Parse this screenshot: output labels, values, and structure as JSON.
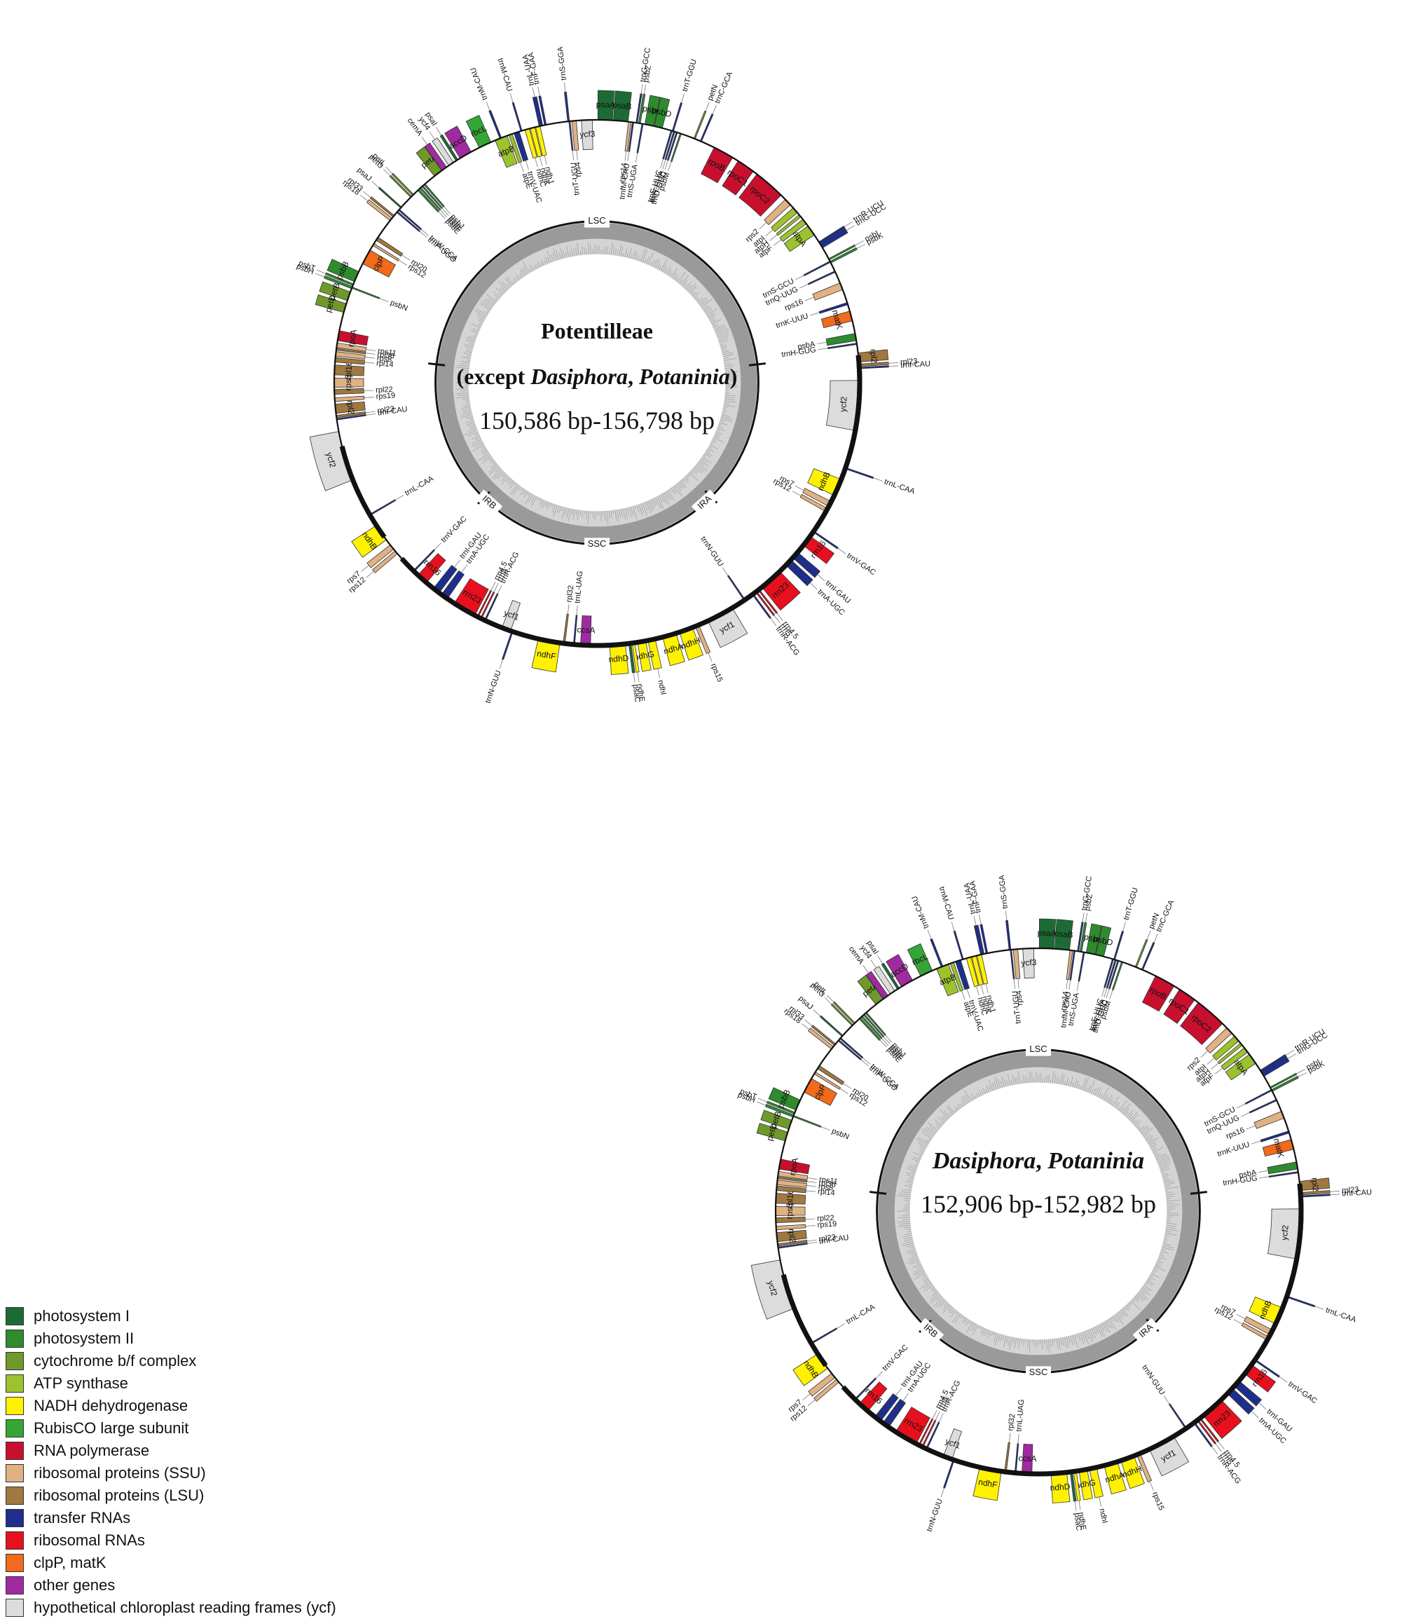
{
  "colors": {
    "photosystem_I": "#1d6b34",
    "photosystem_II": "#2e8b2e",
    "cytochrome": "#6f9a2b",
    "atp": "#9cc22e",
    "ndh": "#fff200",
    "rubisco": "#35a635",
    "rnapol": "#c8102e",
    "rps": "#e0b182",
    "rpl": "#a07840",
    "trna": "#1e2e8c",
    "rrna": "#e8101e",
    "clp": "#f26a1b",
    "other": "#a02aa0",
    "ycf": "#dcdcdc",
    "gc_outer": "#9a9a9a",
    "gc_inner": "#d4d4d4"
  },
  "map1": {
    "title_line1": "Potentilleae",
    "title_line2_prefix": "(except ",
    "title_line2_italic1": "Dasiphora",
    "title_line2_sep": ", ",
    "title_line2_italic2": "Potaninia",
    "title_line2_suffix": ")",
    "size_range": "150,586 bp-156,798 bp",
    "region_labels": [
      "LSC",
      "IRA",
      "SSC",
      "IRB"
    ]
  },
  "map2": {
    "title_italic1": "Dasiphora",
    "title_sep": ", ",
    "title_italic2": "Potaninia",
    "size_range": "152,906 bp-152,982 bp",
    "region_labels": [
      "LSC",
      "IRA",
      "SSC",
      "IRB"
    ]
  },
  "genes": [
    {
      "n": "trnM-CAU",
      "a": -21.5,
      "w": 0.4,
      "out": true,
      "c": "trna"
    },
    {
      "n": "trnL-UAA",
      "a": -12.3,
      "w": 0.8,
      "out": true,
      "c": "trna"
    },
    {
      "n": "trnF-GAA",
      "a": -11.3,
      "w": 0.4,
      "out": true,
      "c": "trna"
    },
    {
      "n": "trnS-GGA",
      "a": -6.2,
      "w": 0.4,
      "out": true,
      "c": "trna"
    },
    {
      "n": "ycf3",
      "a": -2.2,
      "w": 2.4,
      "out": false,
      "c": "ycf"
    },
    {
      "n": "rps4",
      "a": -5.0,
      "w": 1.0,
      "out": false,
      "c": "rps"
    },
    {
      "n": "trnT-UGU",
      "a": -6.0,
      "w": 0.3,
      "out": false,
      "c": "trna"
    },
    {
      "n": "psaA",
      "a": 1.8,
      "w": 3.2,
      "out": true,
      "c": "photosystem_I"
    },
    {
      "n": "psaB",
      "a": 5.2,
      "w": 3.2,
      "out": true,
      "c": "photosystem_I"
    },
    {
      "n": "rps14",
      "a": 7.2,
      "w": 0.6,
      "out": false,
      "c": "rps"
    },
    {
      "n": "trnfM-CAU",
      "a": 7.9,
      "w": 0.3,
      "out": false,
      "c": "trna"
    },
    {
      "n": "trnG-GCC",
      "a": 8.7,
      "w": 0.3,
      "out": true,
      "c": "trna"
    },
    {
      "n": "psbZ",
      "a": 9.3,
      "w": 0.4,
      "out": true,
      "c": "photosystem_II"
    },
    {
      "n": "trnS-UGA",
      "a": 10.0,
      "w": 0.3,
      "out": false,
      "c": "trna"
    },
    {
      "n": "psbC",
      "a": 11.5,
      "w": 2.0,
      "out": true,
      "c": "photosystem_II"
    },
    {
      "n": "psbD",
      "a": 13.5,
      "w": 1.8,
      "out": true,
      "c": "photosystem_II"
    },
    {
      "n": "trnT-GGU",
      "a": 16.8,
      "w": 0.3,
      "out": true,
      "c": "trna"
    },
    {
      "n": "trnE-UUC",
      "a": 16.5,
      "w": 0.3,
      "out": false,
      "c": "trna"
    },
    {
      "n": "trnY-GUA",
      "a": 17.1,
      "w": 0.3,
      "out": false,
      "c": "trna"
    },
    {
      "n": "trnD-GUC",
      "a": 17.7,
      "w": 0.3,
      "out": false,
      "c": "trna"
    },
    {
      "n": "psbM",
      "a": 18.6,
      "w": 0.3,
      "out": false,
      "c": "photosystem_II"
    },
    {
      "n": "petN",
      "a": 21.8,
      "w": 0.3,
      "out": true,
      "c": "cytochrome"
    },
    {
      "n": "trnC-GCA",
      "a": 23.3,
      "w": 0.3,
      "out": true,
      "c": "trna"
    },
    {
      "n": "rpoB",
      "a": 28.8,
      "w": 4.6,
      "out": false,
      "c": "rnapol"
    },
    {
      "n": "rpoC1",
      "a": 34.5,
      "w": 4.0,
      "out": false,
      "c": "rnapol"
    },
    {
      "n": "rpoC2",
      "a": 41.0,
      "w": 7.0,
      "out": false,
      "c": "rnapol"
    },
    {
      "n": "rps2",
      "a": 46.6,
      "w": 1.6,
      "out": false,
      "c": "rps"
    },
    {
      "n": "atpI",
      "a": 49.0,
      "w": 1.4,
      "out": false,
      "c": "atp"
    },
    {
      "n": "atpH",
      "a": 50.6,
      "w": 0.6,
      "out": false,
      "c": "atp"
    },
    {
      "n": "atpF",
      "a": 52.2,
      "w": 1.2,
      "out": false,
      "c": "atp"
    },
    {
      "n": "atpA",
      "a": 54.6,
      "w": 2.4,
      "out": false,
      "c": "atp"
    },
    {
      "n": "trnR-UCU",
      "a": 57.8,
      "w": 0.4,
      "out": true,
      "c": "trna"
    },
    {
      "n": "trnG-UCC",
      "a": 58.6,
      "w": 1.1,
      "out": true,
      "c": "trna"
    },
    {
      "n": "psbI",
      "a": 62.0,
      "w": 0.3,
      "out": true,
      "c": "photosystem_II"
    },
    {
      "n": "psbK",
      "a": 62.7,
      "w": 0.4,
      "out": true,
      "c": "photosystem_II"
    },
    {
      "n": "trnS-GCU",
      "a": 62.6,
      "w": 0.3,
      "out": false,
      "c": "trna"
    },
    {
      "n": "trnQ-UUG",
      "a": 65.0,
      "w": 0.3,
      "out": false,
      "c": "trna"
    },
    {
      "n": "rps16",
      "a": 68.5,
      "w": 1.6,
      "out": false,
      "c": "rps"
    },
    {
      "n": "trnK-UUU",
      "a": 72.5,
      "w": 0.5,
      "out": false,
      "c": "trna"
    },
    {
      "n": "matK",
      "a": 75.3,
      "w": 2.2,
      "out": false,
      "c": "clp"
    },
    {
      "n": "psbA",
      "a": 80.0,
      "w": 1.6,
      "out": false,
      "c": "photosystem_II"
    },
    {
      "n": "trnH-GUG",
      "a": 81.5,
      "w": 0.3,
      "out": false,
      "c": "trna"
    },
    {
      "n": "rpl2",
      "a": 84.5,
      "w": 2.0,
      "out": true,
      "c": "rpl"
    },
    {
      "n": "rpl23",
      "a": 86.2,
      "w": 0.5,
      "out": true,
      "c": "rpl"
    },
    {
      "n": "trnI-CAU",
      "a": 86.8,
      "w": 0.3,
      "out": true,
      "c": "trna"
    },
    {
      "n": "ycf2",
      "a": 95.0,
      "w": 11.0,
      "out": false,
      "c": "ycf"
    },
    {
      "n": "trnL-CAA",
      "a": 109.0,
      "w": 0.3,
      "out": true,
      "c": "trna"
    },
    {
      "n": "ndhB",
      "a": 113.5,
      "w": 3.8,
      "out": false,
      "c": "ndh"
    },
    {
      "n": "rps7",
      "a": 117.5,
      "w": 1.2,
      "out": false,
      "c": "rps"
    },
    {
      "n": "rps12",
      "a": 119.0,
      "w": 0.8,
      "out": false,
      "c": "rps"
    },
    {
      "n": "trnV-GAC",
      "a": 124.5,
      "w": 0.3,
      "out": true,
      "c": "trna"
    },
    {
      "n": "rrn16",
      "a": 127.0,
      "w": 2.5,
      "out": true,
      "c": "rrna"
    },
    {
      "n": "trnI-GAU",
      "a": 131.0,
      "w": 1.6,
      "out": true,
      "c": "trna"
    },
    {
      "n": "trnA-UGC",
      "a": 133.2,
      "w": 1.6,
      "out": true,
      "c": "trna"
    },
    {
      "n": "rrn23",
      "a": 138.5,
      "w": 5.2,
      "out": true,
      "c": "rrna"
    },
    {
      "n": "rrn4.5",
      "a": 142.0,
      "w": 0.3,
      "out": true,
      "c": "rrna"
    },
    {
      "n": "rrn5",
      "a": 142.7,
      "w": 0.3,
      "out": true,
      "c": "rrna"
    },
    {
      "n": "trnR-ACG",
      "a": 143.6,
      "w": 0.3,
      "out": true,
      "c": "trna"
    },
    {
      "n": "trnN-GUU",
      "a": 145.8,
      "w": 0.3,
      "out": false,
      "c": "trna"
    },
    {
      "n": "ycf1",
      "a": 152.0,
      "w": 6.0,
      "out": true,
      "c": "ycf"
    },
    {
      "n": "rps15",
      "a": 157.6,
      "w": 0.8,
      "out": true,
      "c": "rps"
    },
    {
      "n": "ndhH",
      "a": 160.2,
      "w": 3.0,
      "out": true,
      "c": "ndh"
    },
    {
      "n": "ndhA",
      "a": 164.0,
      "w": 3.0,
      "out": true,
      "c": "ndh"
    },
    {
      "n": "ndhI",
      "a": 168.0,
      "w": 1.6,
      "out": true,
      "c": "ndh"
    },
    {
      "n": "ndhG",
      "a": 170.2,
      "w": 1.8,
      "out": true,
      "c": "ndh"
    },
    {
      "n": "ndhE",
      "a": 172.0,
      "w": 0.6,
      "out": true,
      "c": "ndh"
    },
    {
      "n": "psaC",
      "a": 172.8,
      "w": 0.5,
      "out": true,
      "c": "photosystem_I"
    },
    {
      "n": "ndhD",
      "a": 175.5,
      "w": 3.4,
      "out": true,
      "c": "ndh"
    },
    {
      "n": "ccsA",
      "a": 182.5,
      "w": 2.2,
      "out": false,
      "c": "other"
    },
    {
      "n": "trnL-UAG",
      "a": 185.0,
      "w": 0.3,
      "out": false,
      "c": "trna"
    },
    {
      "n": "rpl32",
      "a": 187.2,
      "w": 0.4,
      "out": false,
      "c": "rpl"
    },
    {
      "n": "ndhF",
      "a": 190.5,
      "w": 4.8,
      "out": true,
      "c": "ndh"
    },
    {
      "n": "trnN-GUU",
      "a": 198.8,
      "w": 0.3,
      "out": true,
      "c": "trna"
    },
    {
      "n": "ycf1",
      "a": 200.2,
      "w": 2.0,
      "out": false,
      "c": "ycf"
    },
    {
      "n": "trnR-ACG",
      "a": 205.2,
      "w": 0.3,
      "out": false,
      "c": "trna"
    },
    {
      "n": "rrn5",
      "a": 206.2,
      "w": 0.3,
      "out": false,
      "c": "rrna"
    },
    {
      "n": "rrn4.5",
      "a": 207.0,
      "w": 0.3,
      "out": false,
      "c": "rrna"
    },
    {
      "n": "rrn23",
      "a": 210.3,
      "w": 5.2,
      "out": false,
      "c": "rrna"
    },
    {
      "n": "trnA-UGC",
      "a": 215.5,
      "w": 1.6,
      "out": false,
      "c": "trna"
    },
    {
      "n": "trnI-GAU",
      "a": 217.7,
      "w": 1.6,
      "out": false,
      "c": "trna"
    },
    {
      "n": "rrn16",
      "a": 221.7,
      "w": 2.5,
      "out": false,
      "c": "rrna"
    },
    {
      "n": "trnV-GAC",
      "a": 224.2,
      "w": 0.3,
      "out": false,
      "c": "trna"
    },
    {
      "n": "rps12",
      "a": 229.8,
      "w": 0.8,
      "out": true,
      "c": "rps"
    },
    {
      "n": "rps7",
      "a": 231.3,
      "w": 1.2,
      "out": true,
      "c": "rps"
    },
    {
      "n": "ndhB",
      "a": 235.2,
      "w": 3.8,
      "out": true,
      "c": "ndh"
    },
    {
      "n": "trnL-CAA",
      "a": 239.8,
      "w": 0.3,
      "out": false,
      "c": "trna"
    },
    {
      "n": "ycf2",
      "a": 253.8,
      "w": 11.0,
      "out": true,
      "c": "ycf"
    },
    {
      "n": "trnI-CAU",
      "a": 262.0,
      "w": 0.3,
      "out": false,
      "c": "trna"
    },
    {
      "n": "rpl23",
      "a": 262.6,
      "w": 0.5,
      "out": false,
      "c": "rpl"
    },
    {
      "n": "rpl2",
      "a": 264.3,
      "w": 2.0,
      "out": false,
      "c": "rpl"
    },
    {
      "n": "rps19",
      "a": 266.3,
      "w": 0.8,
      "out": false,
      "c": "rps"
    },
    {
      "n": "rpl22",
      "a": 268.0,
      "w": 1.1,
      "out": false,
      "c": "rpl"
    },
    {
      "n": "rps3",
      "a": 270.0,
      "w": 2.0,
      "out": false,
      "c": "rps"
    },
    {
      "n": "rpl16",
      "a": 272.8,
      "w": 2.2,
      "out": false,
      "c": "rpl"
    },
    {
      "n": "rpl14",
      "a": 275.0,
      "w": 1.0,
      "out": false,
      "c": "rpl"
    },
    {
      "n": "rps8",
      "a": 276.3,
      "w": 1.0,
      "out": false,
      "c": "rps"
    },
    {
      "n": "rpl36",
      "a": 277.3,
      "w": 0.4,
      "out": false,
      "c": "rpl"
    },
    {
      "n": "rps11",
      "a": 278.2,
      "w": 1.0,
      "out": false,
      "c": "rps"
    },
    {
      "n": "rpoA",
      "a": 280.3,
      "w": 2.2,
      "out": false,
      "c": "rnapol"
    },
    {
      "n": "petD",
      "a": 286.5,
      "w": 2.0,
      "out": true,
      "c": "cytochrome"
    },
    {
      "n": "petB",
      "a": 289.2,
      "w": 2.0,
      "out": true,
      "c": "cytochrome"
    },
    {
      "n": "psbH",
      "a": 291.2,
      "w": 0.5,
      "out": true,
      "c": "photosystem_II"
    },
    {
      "n": "psbN",
      "a": 291.2,
      "w": 0.3,
      "out": false,
      "c": "photosystem_II"
    },
    {
      "n": "psbT",
      "a": 291.9,
      "w": 0.4,
      "out": true,
      "c": "photosystem_II"
    },
    {
      "n": "psbB",
      "a": 293.8,
      "w": 2.4,
      "out": true,
      "c": "photosystem_II"
    },
    {
      "n": "clpP",
      "a": 298.6,
      "w": 3.4,
      "out": false,
      "c": "clp"
    },
    {
      "n": "rps12",
      "a": 301.7,
      "w": 0.5,
      "out": false,
      "c": "rps"
    },
    {
      "n": "rpl20",
      "a": 303.2,
      "w": 0.8,
      "out": false,
      "c": "rpl"
    },
    {
      "n": "rps18",
      "a": 308.4,
      "w": 0.7,
      "out": true,
      "c": "rps"
    },
    {
      "n": "rpl33",
      "a": 309.3,
      "w": 0.4,
      "out": true,
      "c": "rpl"
    },
    {
      "n": "trnP-UGG",
      "a": 310.5,
      "w": 0.3,
      "out": false,
      "c": "trna"
    },
    {
      "n": "trnW-CCA",
      "a": 311.1,
      "w": 0.3,
      "out": false,
      "c": "trna"
    },
    {
      "n": "psaJ",
      "a": 311.8,
      "w": 0.3,
      "out": true,
      "c": "photosystem_I"
    },
    {
      "n": "petG",
      "a": 315.0,
      "w": 0.3,
      "out": true,
      "c": "cytochrome"
    },
    {
      "n": "petL",
      "a": 315.6,
      "w": 0.3,
      "out": true,
      "c": "cytochrome"
    },
    {
      "n": "psbE",
      "a": 317.2,
      "w": 0.4,
      "out": false,
      "c": "photosystem_II"
    },
    {
      "n": "psbF",
      "a": 317.8,
      "w": 0.3,
      "out": false,
      "c": "photosystem_II"
    },
    {
      "n": "psbL",
      "a": 318.4,
      "w": 0.3,
      "out": false,
      "c": "photosystem_II"
    },
    {
      "n": "psbJ",
      "a": 319.0,
      "w": 0.3,
      "out": false,
      "c": "photosystem_II"
    },
    {
      "n": "petA",
      "a": 322.8,
      "w": 2.0,
      "out": true,
      "c": "cytochrome"
    },
    {
      "n": "cemA",
      "a": 324.5,
      "w": 1.2,
      "out": true,
      "c": "other"
    },
    {
      "n": "ycf4",
      "a": 326.3,
      "w": 1.2,
      "out": true,
      "c": "ycf"
    },
    {
      "n": "psaI",
      "a": 327.8,
      "w": 0.5,
      "out": true,
      "c": "photosystem_I"
    },
    {
      "n": "accD",
      "a": 330.0,
      "w": 2.8,
      "out": true,
      "c": "other"
    },
    {
      "n": "rbcL",
      "a": 334.8,
      "w": 2.8,
      "out": true,
      "c": "rubisco"
    },
    {
      "n": "atpB",
      "a": 338.6,
      "w": 2.8,
      "out": false,
      "c": "atp"
    },
    {
      "n": "atpE",
      "a": 340.8,
      "w": 0.8,
      "out": false,
      "c": "atp"
    },
    {
      "n": "trnV-UAC",
      "a": 342.2,
      "w": 1.2,
      "out": false,
      "c": "trna"
    },
    {
      "n": "trnM-CAU",
      "a": 343.3,
      "w": 0.3,
      "out": true,
      "c": "trna"
    },
    {
      "n": "ndhC",
      "a": 344.6,
      "w": 1.0,
      "out": false,
      "c": "ndh"
    },
    {
      "n": "ndhK",
      "a": 345.8,
      "w": 1.0,
      "out": false,
      "c": "ndh"
    },
    {
      "n": "ndhJ",
      "a": 347.0,
      "w": 1.0,
      "out": false,
      "c": "ndh"
    }
  ],
  "legend": [
    {
      "label": "photosystem I",
      "c": "photosystem_I"
    },
    {
      "label": "photosystem II",
      "c": "photosystem_II"
    },
    {
      "label": "cytochrome b/f complex",
      "c": "cytochrome"
    },
    {
      "label": "ATP synthase",
      "c": "atp"
    },
    {
      "label": "NADH dehydrogenase",
      "c": "ndh"
    },
    {
      "label": "RubisCO large subunit",
      "c": "rubisco"
    },
    {
      "label": "RNA polymerase",
      "c": "rnapol"
    },
    {
      "label": "ribosomal proteins (SSU)",
      "c": "rps"
    },
    {
      "label": "ribosomal proteins (LSU)",
      "c": "rpl"
    },
    {
      "label": "transfer RNAs",
      "c": "trna"
    },
    {
      "label": "ribosomal RNAs",
      "c": "rrna"
    },
    {
      "label": "clpP, matK",
      "c": "clp"
    },
    {
      "label": "other genes",
      "c": "other"
    },
    {
      "label": "hypothetical chloroplast reading frames (ycf)",
      "c": "ycf"
    }
  ]
}
